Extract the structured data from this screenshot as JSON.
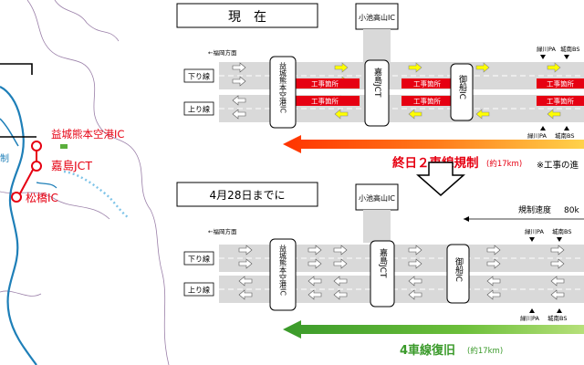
{
  "map": {
    "ic_airport": "益城熊本空港IC",
    "jct_kashima": "嘉島JCT",
    "ic_matsubase": "松橋IC",
    "left_fragment": "制"
  },
  "current": {
    "title": "現　在",
    "top_ic": "小池高山IC",
    "direction_label": "←福岡方面",
    "lane_down": "下り線",
    "lane_up": "上り線",
    "interchanges": {
      "airport": "益城熊本空港IC",
      "kashima": "嘉島JCT",
      "mifune": "御船IC"
    },
    "construction_label": "工事箇所",
    "pa_label": "緑川PA",
    "bs_label": "城南BS",
    "regulation_text": "終日２車線規制",
    "regulation_sub": "(約17km)",
    "note": "※工事の進"
  },
  "future": {
    "title": "4月28日までに",
    "top_ic": "小池高山IC",
    "direction_label": "←福岡方面",
    "lane_down": "下り線",
    "lane_up": "上り線",
    "interchanges": {
      "airport": "益城熊本空港IC",
      "kashima": "嘉島JCT",
      "mifune": "御船IC"
    },
    "speed_label": "規制速度",
    "speed_value": "80k",
    "pa_label": "緑川PA",
    "bs_label": "城南BS",
    "recovery_text": "4車線復旧",
    "recovery_sub": "(約17km)"
  },
  "colors": {
    "road": "#d9d9d9",
    "construction": "#e60012",
    "arrow_yellow": "#ffff00",
    "regulation_arrow": "#ff6a1a",
    "recovery_arrow": "#5aae3c",
    "map_water": "#1e7fb8",
    "map_border": "#9a7fa8",
    "ic_red": "#e60012"
  }
}
